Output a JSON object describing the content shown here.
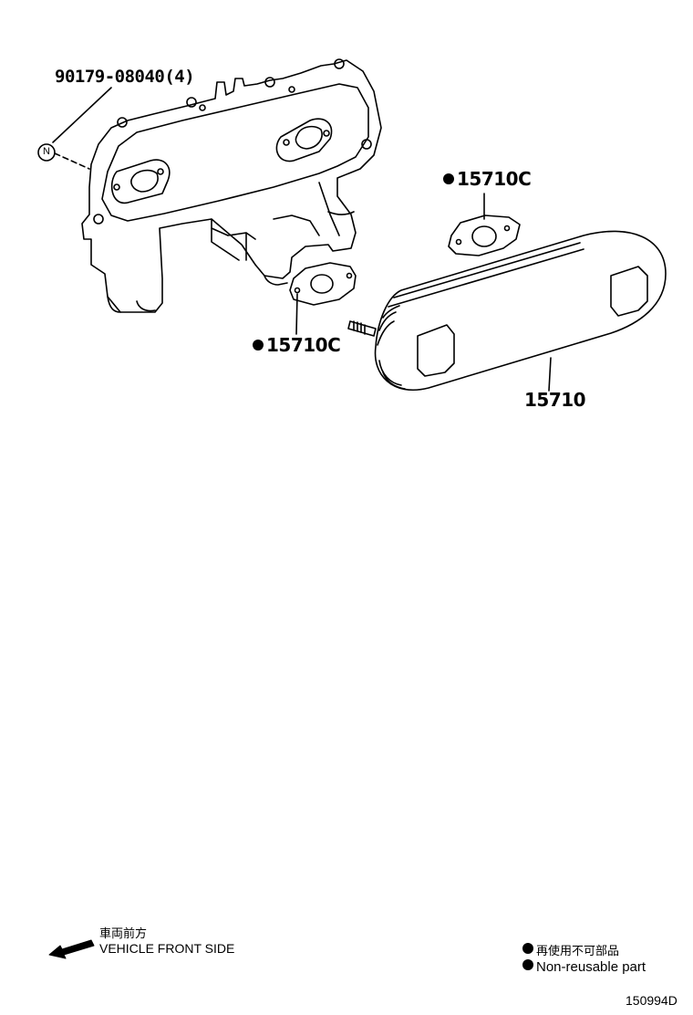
{
  "callouts": {
    "bolt_part": "90179-08040(4)",
    "bolt_marker": "N",
    "gasket_upper": "15710C",
    "gasket_lower": "15710C",
    "cooler": "15710"
  },
  "direction": {
    "jp": "車両前方",
    "en": "VEHICLE FRONT SIDE"
  },
  "legend": {
    "jp": "再使用不可部品",
    "en": "Non-reusable part"
  },
  "figure_id": "150994D"
}
